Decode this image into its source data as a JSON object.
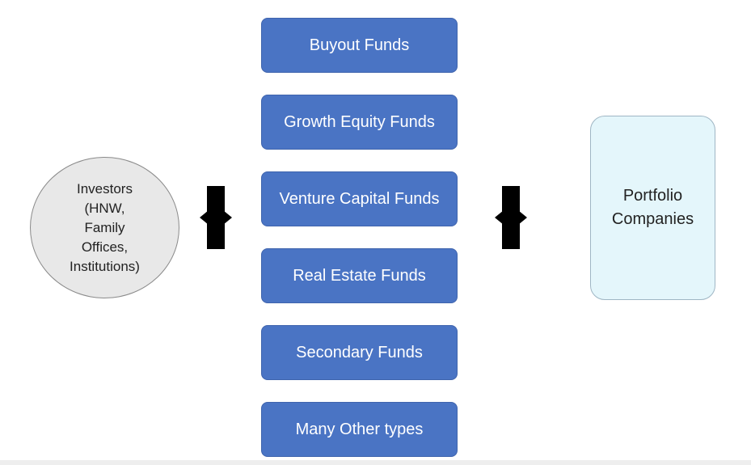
{
  "investors": {
    "label": "Investors (HNW, Family Offices, Institutions)"
  },
  "funds": [
    {
      "label": "Buyout Funds"
    },
    {
      "label": "Growth Equity Funds"
    },
    {
      "label": "Venture Capital Funds"
    },
    {
      "label": "Real Estate Funds"
    },
    {
      "label": "Secondary Funds"
    },
    {
      "label": "Many Other types"
    }
  ],
  "portfolio": {
    "label": "Portfolio Companies"
  },
  "colors": {
    "fund_fill": "#4a74c4",
    "investors_fill": "#e8e8e8",
    "portfolio_fill": "#e4f6fb",
    "arrow": "#000000"
  }
}
